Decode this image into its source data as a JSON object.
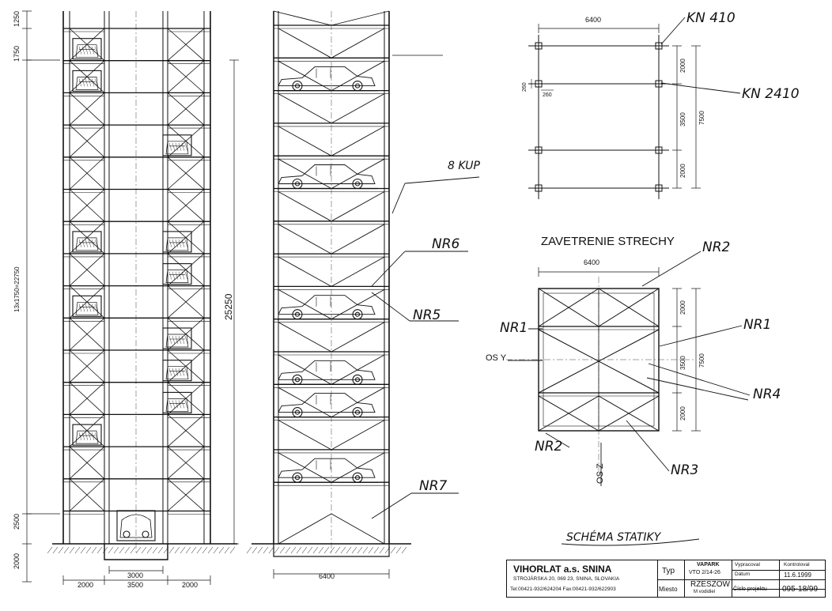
{
  "dimensions": {
    "left_top_a": "1750",
    "left_top_b": "1250",
    "left_height": "13x1750=22750",
    "left_bottom_a": "2500",
    "left_bottom_b": "2000",
    "total_height": "25250",
    "bottom_widths": [
      "2000",
      "3500",
      "2000"
    ],
    "pit_width": "3000",
    "middle_width": "6400",
    "plan_width": "6400",
    "plan_right": [
      "2000",
      "3500",
      "2000"
    ],
    "plan_total": "7500",
    "plan_small_a": "260",
    "plan_small_b": "260",
    "roof_width": "6400",
    "roof_right": [
      "2000",
      "3500",
      "2000"
    ],
    "roof_total": "7500"
  },
  "labels": {
    "kn_top": "KN 410",
    "kn_mid": "KN 2410",
    "skup": "8 KUP",
    "nr6": "NR6",
    "nr5": "NR5",
    "nr7": "NR7",
    "roof_title": "ZAVETRENIE STRECHY",
    "roof_nr2_top": "NR2",
    "roof_nr1_left": "NR1",
    "roof_nr1_right": "NR1",
    "roof_nr4": "NR4",
    "roof_nr2_bottom": "NR2",
    "roof_nr3": "NR3",
    "axis_y": "OS Y",
    "axis_z": "OS Z",
    "schema": "SCHÉMA STATIKY"
  },
  "title_block": {
    "company": "VIHORLAT a.s. SNINA",
    "address": "STROJÁRSKA 20, 069 23, SNINA, SLOVAKIA",
    "phone": "Tel:00421-932/624204  Fax:00421-932/622903",
    "typ_label": "Typ",
    "miesto_label": "Miesto",
    "project_name": "VAPARK",
    "project_type": "VTO 2/14-26",
    "location": "RZESZOW",
    "location_sub": "M vodidiel",
    "header_drawn": "Vypracoval",
    "header_date": "Dátum",
    "header_check": "Kontroloval",
    "date": "11.6.1999",
    "project_no_label": "Číslo projektu",
    "project_no": "095-18/99"
  }
}
